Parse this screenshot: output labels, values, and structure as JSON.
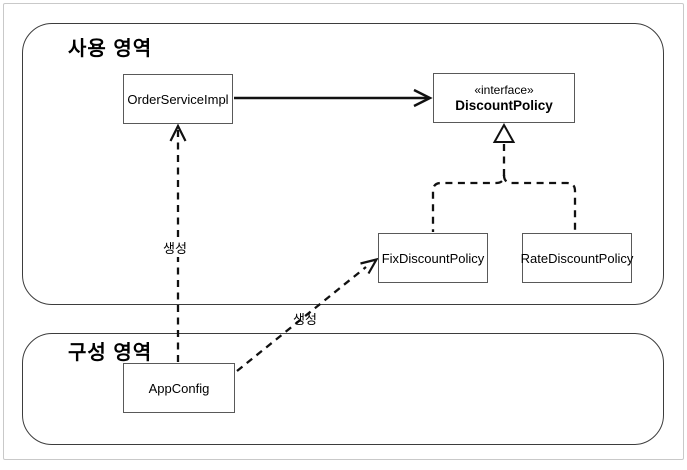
{
  "diagram": {
    "regions": {
      "usage": {
        "label": "사용 영역"
      },
      "config": {
        "label": "구성 영역"
      }
    },
    "nodes": {
      "order_service_impl": {
        "label": "OrderServiceImpl"
      },
      "discount_policy": {
        "stereotype": "«interface»",
        "label": "DiscountPolicy"
      },
      "fix_discount_policy": {
        "label": "FixDiscountPolicy"
      },
      "rate_discount_policy": {
        "label": "RateDiscountPolicy"
      },
      "app_config": {
        "label": "AppConfig"
      }
    },
    "edges": {
      "create_order_service_label": "생성",
      "create_fix_discount_label": "생성"
    },
    "colors": {
      "line": "#111111",
      "box_border": "#595959",
      "region_border": "#3d3d3d",
      "frame_border": "#c9c9c9",
      "background": "#ffffff"
    }
  }
}
